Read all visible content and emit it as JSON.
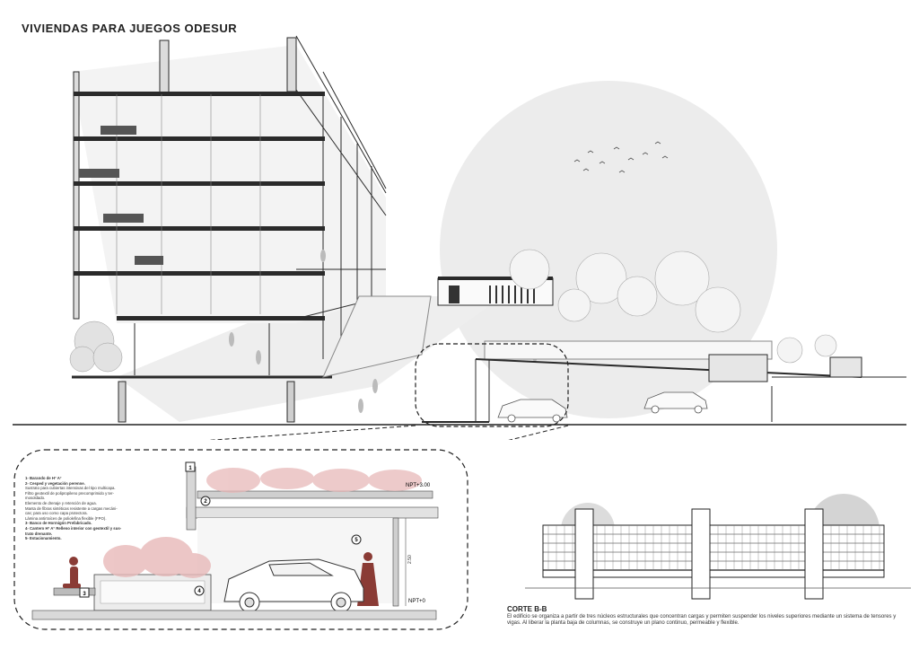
{
  "title": "VIVIENDAS PARA JUEGOS ODESUR",
  "legend": [
    {
      "text": "1- Barando de H° A°",
      "bold": true
    },
    {
      "text": "2- Cesped y vegetación perenne.",
      "bold": true
    },
    {
      "text": "Sustrato para cubiertas intensivas del tipo multicapa.",
      "bold": false
    },
    {
      "text": "Filtro geotextil de polipropileno precomprimido y ter-",
      "bold": false
    },
    {
      "text": "mosoldado.",
      "bold": false
    },
    {
      "text": "Elemento de drenaje y retención de agua.",
      "bold": false
    },
    {
      "text": "Manta de fibras sintéticas resistente a cargas mecáni-",
      "bold": false
    },
    {
      "text": "cas; para uso como capa protectora.",
      "bold": false
    },
    {
      "text": "Lámina antirraíces de poliolefina flexible (FPO).",
      "bold": false
    },
    {
      "text": "3- Banco de Hormigón Prefabricado.",
      "bold": true
    },
    {
      "text": "4- Cantero H° A° Relleno interior con geotextil y sus-",
      "bold": true
    },
    {
      "text": "trato drenante.",
      "bold": true
    },
    {
      "text": "5- Estacionamiento.",
      "bold": true
    }
  ],
  "detail": {
    "markers": [
      "1",
      "2",
      "3",
      "4",
      "5"
    ],
    "npt_upper": "NPT+3.00",
    "npt_lower": "NPT+0",
    "dimension": "2.50"
  },
  "corte": {
    "title": "CORTE B-B",
    "description": "El edificio se organiza a partir de tres núcleos estructurales que concentran cargas y permiten suspender los niveles superiores mediante un sistema de tensores y vigas. Al liberar la planta baja de columnas, se construye un plano continuo, permeable y flexible."
  },
  "colors": {
    "line": "#2a2a2a",
    "shadow": "#e4e4e4",
    "sun_circle": "#ececec",
    "vegetation": "#e8b9b9",
    "figure": "#8a3b35"
  }
}
